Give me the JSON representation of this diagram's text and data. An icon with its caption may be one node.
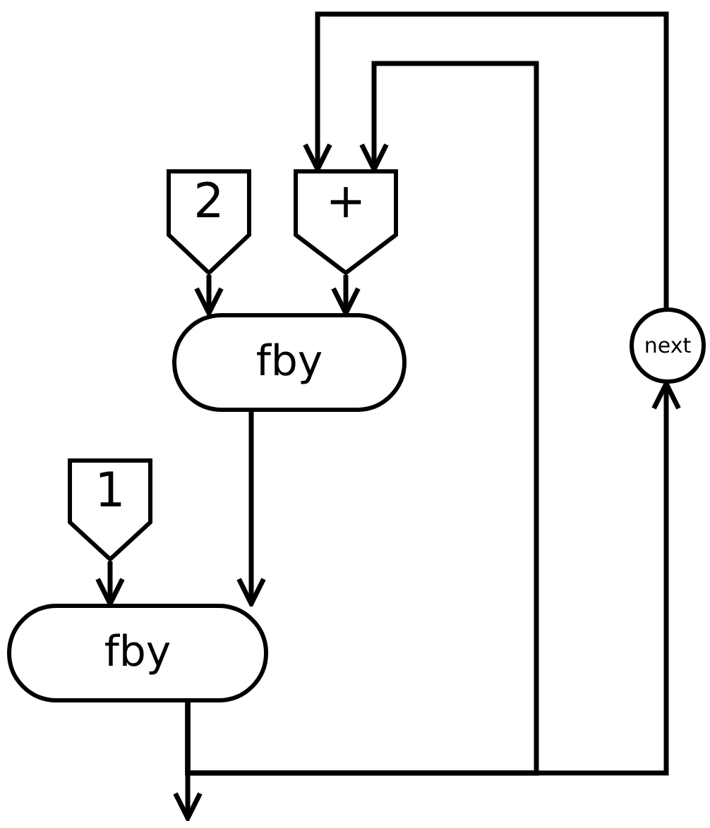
{
  "diagram": {
    "nodes": [
      {
        "text": [
          "2"
        ]
      },
      {
        "text": [
          "+"
        ]
      },
      {
        "text": [
          "fby"
        ]
      },
      {
        "text": [
          "1"
        ]
      },
      {
        "text": [
          "fby"
        ]
      },
      {
        "text": [
          "next"
        ]
      }
    ],
    "edges": [
      {
        "from": 0,
        "to": 2,
        "arrow": "to"
      },
      {
        "from": 1,
        "to": 2,
        "arrow": "to"
      },
      {
        "from": 2,
        "to": 4,
        "arrow": "to"
      },
      {
        "from": 3,
        "to": 4,
        "arrow": "to"
      },
      {
        "from": 4,
        "to": null,
        "arrow": "to"
      },
      {
        "from": 4,
        "to": 1,
        "arrow": "to"
      },
      {
        "from": 4,
        "to": 5,
        "arrow": "to"
      },
      {
        "from": 5,
        "to": 1,
        "arrow": "to"
      }
    ]
  }
}
